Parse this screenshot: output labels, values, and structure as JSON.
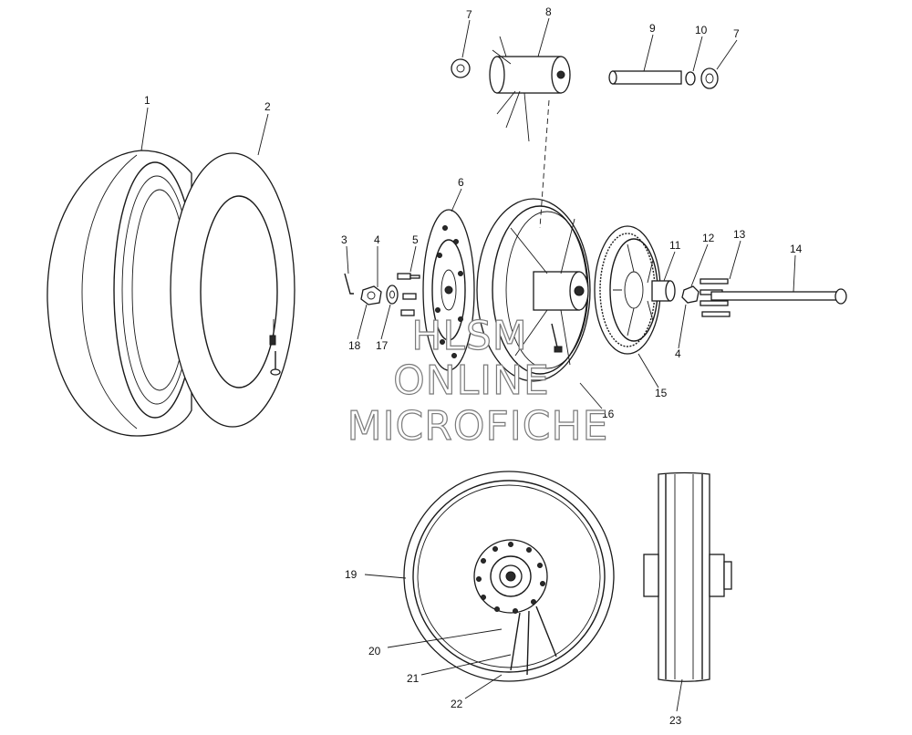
{
  "callouts": {
    "c1": "1",
    "c2": "2",
    "c3": "3",
    "c4a": "4",
    "c4b": "4",
    "c5": "5",
    "c6": "6",
    "c7a": "7",
    "c7b": "7",
    "c8": "8",
    "c9": "9",
    "c10": "10",
    "c11": "11",
    "c12": "12",
    "c13": "13",
    "c14": "14",
    "c15": "15",
    "c16": "16",
    "c17": "17",
    "c18": "18",
    "c19": "19",
    "c20": "20",
    "c21": "21",
    "c22": "22",
    "c23": "23"
  },
  "watermark": {
    "line1": "HLSM",
    "line2": "ONLINE",
    "line3": "MICROFICHE"
  }
}
